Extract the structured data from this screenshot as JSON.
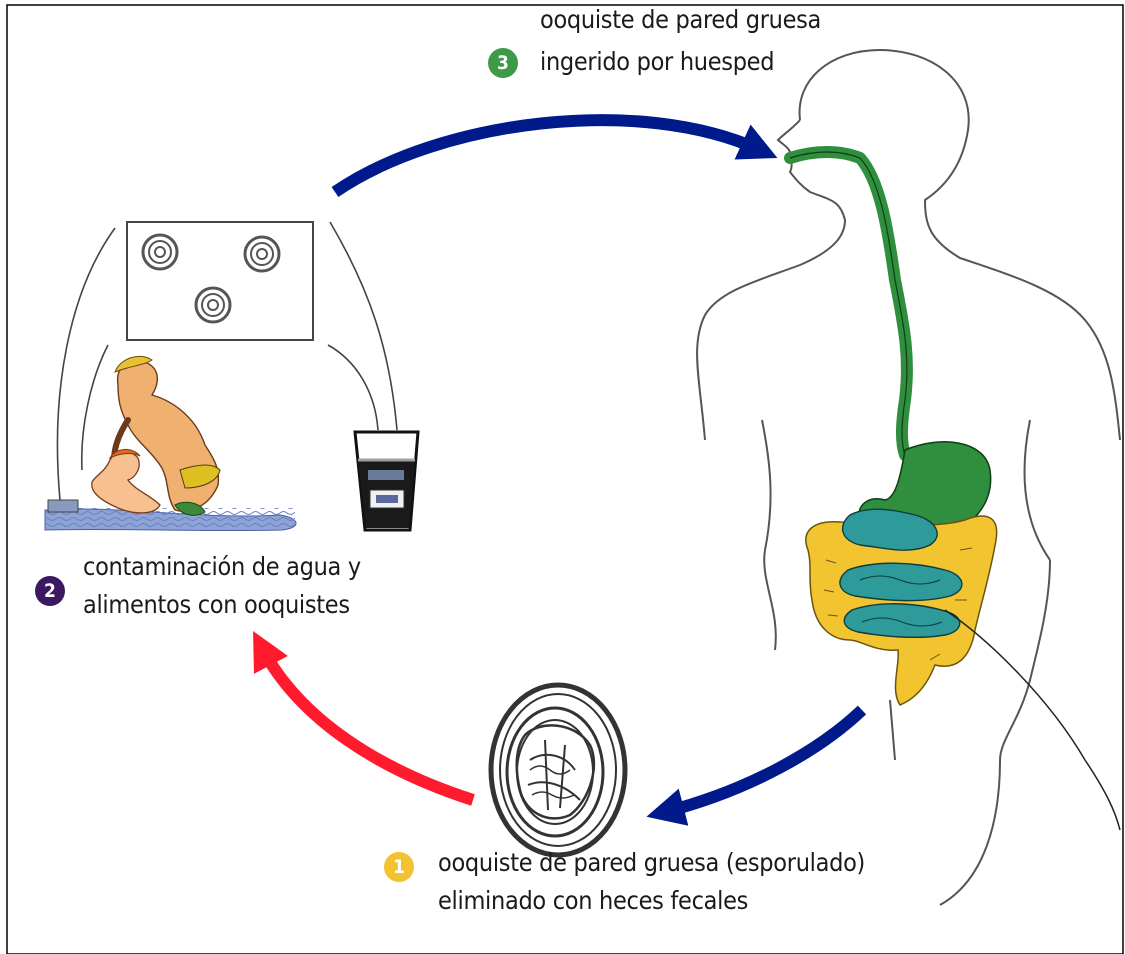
{
  "steps": [
    {
      "number": "1",
      "line1": "ooquiste de pared gruesa (esporulado)",
      "line2": "eliminado con heces fecales"
    },
    {
      "number": "2",
      "line1": "contaminación de agua y",
      "line2": "alimentos con ooquistes"
    },
    {
      "number": "3",
      "line1": "ooquiste de pared gruesa",
      "line2": "ingerido por huesped"
    }
  ],
  "colors": {
    "step1_badge": "#f2c230",
    "step2_badge": "#3b1860",
    "step3_badge": "#3f9a47",
    "arrow_blue": "#001a8c",
    "arrow_red": "#ff1a2e",
    "digestive_green": "#2f8f3e",
    "colon_yellow": "#f2c530",
    "intestine_teal": "#2f9a9a"
  }
}
